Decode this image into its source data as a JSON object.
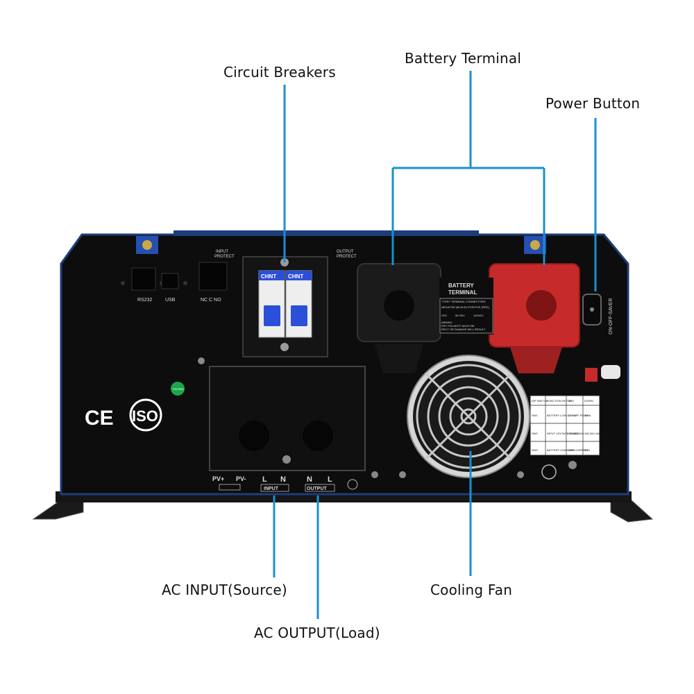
{
  "callouts": {
    "battery_terminal": "Battery Terminal",
    "circuit_breakers": "Circuit Breakers",
    "power_button": "Power Button",
    "ac_input": "AC INPUT(Source)",
    "ac_output": "AC OUTPUT(Load)",
    "cooling_fan": "Cooling Fan"
  },
  "panel": {
    "port_rs232": "RS232",
    "port_usb": "USB",
    "port_relay": "NC  C  NO",
    "input_protect_1": "INPUT",
    "input_protect_2": "PROTECT",
    "output_protect_1": "OUTPUT",
    "output_protect_2": "PROTECT",
    "breaker_brand": "CHNT",
    "battery_label_1": "BATTERY",
    "battery_label_2": "TERMINAL",
    "battery_table_header": "TTERY  TERMINAL CONNECTORS",
    "battery_negative": "NEGATIVE (BLACK)",
    "battery_positive": "POSITIVE (RED)",
    "battery_v1": "VDC",
    "battery_v2": "96 VDC",
    "battery_v3": "120VDC",
    "battery_warning_1": "ARNING",
    "battery_warning_2": "ERY POLARITY MUST BE",
    "battery_warning_3": "RECT OR DAMAGE WILL RESULT",
    "switch_label": "ON-OFF-SAVER",
    "ce_mark": "CE",
    "iso_mark": "ISO",
    "pv_plus": "PV+",
    "pv_minus": "PV-",
    "input_l": "L",
    "input_n": "N",
    "input_label": "INPUT",
    "output_n": "N",
    "output_l": "L",
    "output_label": "OUTPUT",
    "green_sticker": "PASSED"
  },
  "dip_table": {
    "headers": [
      "DIP SWITCH",
      "FUNCTION SETTING",
      "UP",
      "DOWN"
    ],
    "rows": [
      [
        "SW1",
        "BATTERY LOW CUT OFF POINT",
        "10.5xN",
        "10xN"
      ],
      [
        "SW2",
        "INPUT VOLTAGE RANGE",
        "154-264 VAC",
        "185-264 VAC"
      ],
      [
        "SW3",
        "BATTERY CHARGER CURRENT",
        "100%",
        "50%"
      ]
    ]
  },
  "colors": {
    "callout_line": "#1a8fd0",
    "panel": "#0d0d0d",
    "chassis_edge": "#1e3d7a",
    "positive_terminal": "#c62a2a",
    "negative_terminal": "#1b1b1b",
    "breaker_toggle": "#2b4fd8"
  }
}
